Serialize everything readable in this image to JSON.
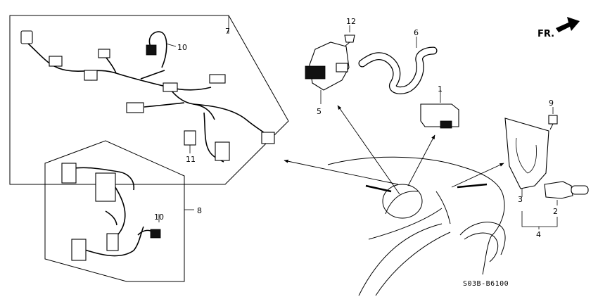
{
  "diagram": {
    "callouts": {
      "p1": "1",
      "p2": "2",
      "p3": "3",
      "p4": "4",
      "p5": "5",
      "p6": "6",
      "p7": "7",
      "p8": "8",
      "p9": "9",
      "p10a": "10",
      "p10b": "10",
      "p11": "11",
      "p12": "12"
    },
    "direction_label": "FR.",
    "diagram_code": "S03B-B6100"
  }
}
